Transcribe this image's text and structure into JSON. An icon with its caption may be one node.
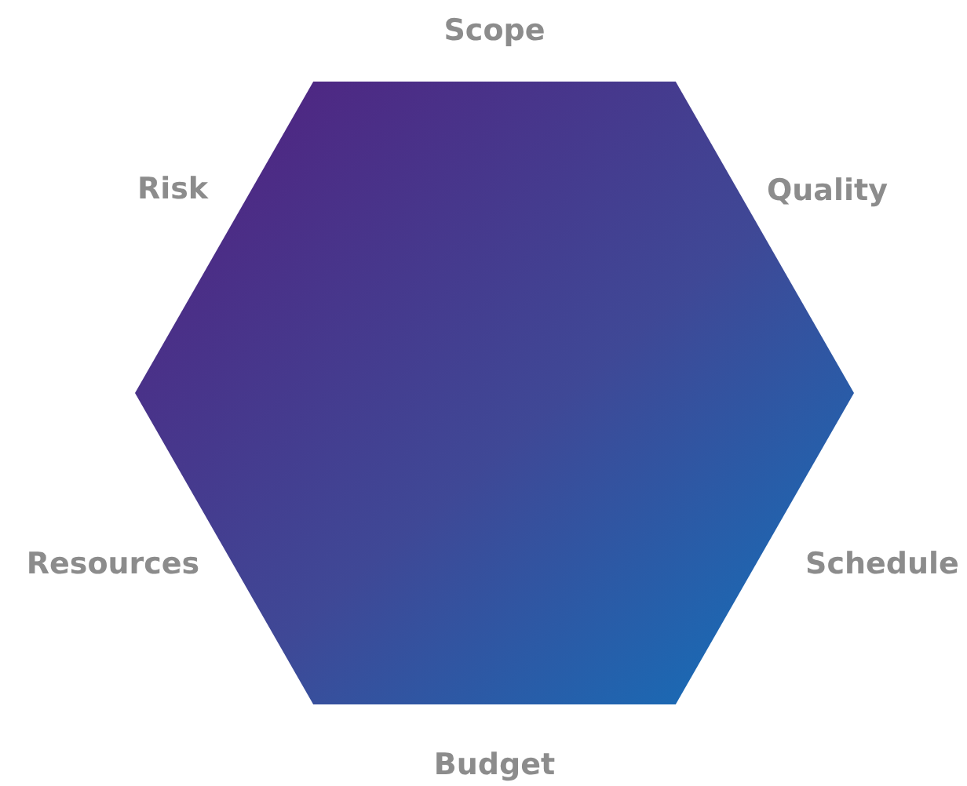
{
  "diagram": {
    "nodes": [
      {
        "text": [],
        "shape": "hexagon"
      }
    ],
    "labels": [
      "Scope",
      "Risk",
      "Quality",
      "Resources",
      "Schedule",
      "Budget"
    ]
  }
}
